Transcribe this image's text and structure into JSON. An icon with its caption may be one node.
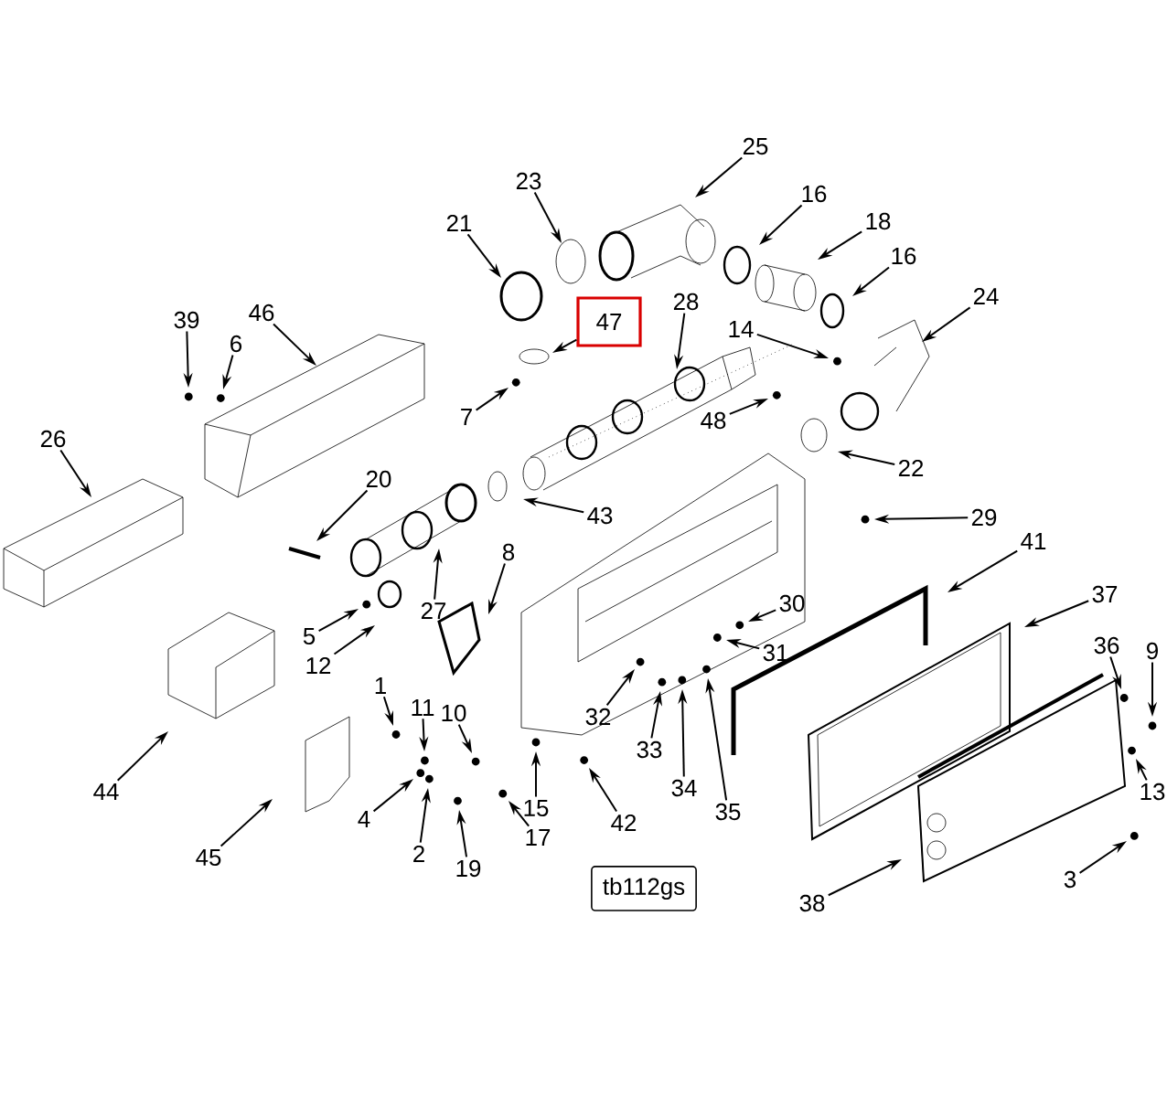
{
  "diagram": {
    "nodes": [
      {
        "text": [
          "25"
        ]
      },
      {
        "text": [
          "23"
        ]
      },
      {
        "text": [
          "16"
        ]
      },
      {
        "text": [
          "18"
        ]
      },
      {
        "text": [
          "21"
        ]
      },
      {
        "text": [
          "16"
        ]
      },
      {
        "text": [
          "24"
        ]
      },
      {
        "text": [
          "28"
        ]
      },
      {
        "text": [
          "46"
        ]
      },
      {
        "text": [
          "39"
        ]
      },
      {
        "text": [
          "47"
        ]
      },
      {
        "text": [
          "14"
        ]
      },
      {
        "text": [
          "6"
        ]
      },
      {
        "text": [
          "7"
        ]
      },
      {
        "text": [
          "48"
        ]
      },
      {
        "text": [
          "26"
        ]
      },
      {
        "text": [
          "22"
        ]
      },
      {
        "text": [
          "20"
        ]
      },
      {
        "text": [
          "43"
        ]
      },
      {
        "text": [
          "29"
        ]
      },
      {
        "text": [
          "41"
        ]
      },
      {
        "text": [
          "8"
        ]
      },
      {
        "text": [
          "37"
        ]
      },
      {
        "text": [
          "30"
        ]
      },
      {
        "text": [
          "27"
        ]
      },
      {
        "text": [
          "5"
        ]
      },
      {
        "text": [
          "36"
        ]
      },
      {
        "text": [
          "31"
        ]
      },
      {
        "text": [
          "9"
        ]
      },
      {
        "text": [
          "12"
        ]
      },
      {
        "text": [
          "1"
        ]
      },
      {
        "text": [
          "11"
        ]
      },
      {
        "text": [
          "10"
        ]
      },
      {
        "text": [
          "32"
        ]
      },
      {
        "text": [
          "33"
        ]
      },
      {
        "text": [
          "34"
        ]
      },
      {
        "text": [
          "44"
        ]
      },
      {
        "text": [
          "13"
        ]
      },
      {
        "text": [
          "15"
        ]
      },
      {
        "text": [
          "35"
        ]
      },
      {
        "text": [
          "42"
        ]
      },
      {
        "text": [
          "17"
        ]
      },
      {
        "text": [
          "4"
        ]
      },
      {
        "text": [
          "2"
        ]
      },
      {
        "text": [
          "45"
        ]
      },
      {
        "text": [
          "19"
        ]
      },
      {
        "text": [
          "3"
        ]
      },
      {
        "text": [
          "tb112gs"
        ]
      },
      {
        "text": [
          "38"
        ]
      }
    ],
    "edges": [
      {
        "from": 0,
        "to": null,
        "arrow": "to"
      },
      {
        "from": 1,
        "to": null,
        "arrow": "to"
      },
      {
        "from": 2,
        "to": null,
        "arrow": "to"
      },
      {
        "from": 3,
        "to": null,
        "arrow": "to"
      },
      {
        "from": 4,
        "to": null,
        "arrow": "to"
      },
      {
        "from": 5,
        "to": null,
        "arrow": "to"
      },
      {
        "from": 6,
        "to": null,
        "arrow": "to"
      },
      {
        "from": 7,
        "to": null,
        "arrow": "to"
      },
      {
        "from": 8,
        "to": null,
        "arrow": "to"
      },
      {
        "from": 9,
        "to": null,
        "arrow": "to"
      },
      {
        "from": 10,
        "to": null,
        "arrow": "to"
      },
      {
        "from": 11,
        "to": null,
        "arrow": "to"
      },
      {
        "from": 12,
        "to": null,
        "arrow": "to"
      },
      {
        "from": 13,
        "to": null,
        "arrow": "to"
      },
      {
        "from": 14,
        "to": null,
        "arrow": "to"
      },
      {
        "from": 15,
        "to": null,
        "arrow": "to"
      },
      {
        "from": 16,
        "to": null,
        "arrow": "to"
      },
      {
        "from": 17,
        "to": null,
        "arrow": "to"
      },
      {
        "from": 18,
        "to": null,
        "arrow": "to"
      },
      {
        "from": 19,
        "to": null,
        "arrow": "to"
      },
      {
        "from": 20,
        "to": null,
        "arrow": "to"
      },
      {
        "from": 21,
        "to": null,
        "arrow": "to"
      },
      {
        "from": 22,
        "to": null,
        "arrow": "to"
      },
      {
        "from": 23,
        "to": null,
        "arrow": "to"
      },
      {
        "from": 24,
        "to": null,
        "arrow": "to"
      },
      {
        "from": 25,
        "to": null,
        "arrow": "to"
      },
      {
        "from": 26,
        "to": null,
        "arrow": "to"
      },
      {
        "from": 27,
        "to": null,
        "arrow": "to"
      },
      {
        "from": 28,
        "to": null,
        "arrow": "to"
      },
      {
        "from": 29,
        "to": null,
        "arrow": "to"
      },
      {
        "from": 30,
        "to": null,
        "arrow": "to"
      },
      {
        "from": 31,
        "to": null,
        "arrow": "to"
      },
      {
        "from": 32,
        "to": null,
        "arrow": "to"
      },
      {
        "from": 33,
        "to": null,
        "arrow": "to"
      },
      {
        "from": 34,
        "to": null,
        "arrow": "to"
      },
      {
        "from": 35,
        "to": null,
        "arrow": "to"
      },
      {
        "from": 36,
        "to": null,
        "arrow": "to"
      },
      {
        "from": 37,
        "to": null,
        "arrow": "to"
      },
      {
        "from": 38,
        "to": null,
        "arrow": "to"
      },
      {
        "from": 39,
        "to": null,
        "arrow": "to"
      },
      {
        "from": 40,
        "to": null,
        "arrow": "to"
      },
      {
        "from": 41,
        "to": null,
        "arrow": "to"
      },
      {
        "from": 42,
        "to": null,
        "arrow": "to"
      },
      {
        "from": 43,
        "to": null,
        "arrow": "to"
      },
      {
        "from": 44,
        "to": null,
        "arrow": "to"
      },
      {
        "from": 45,
        "to": null,
        "arrow": "to"
      },
      {
        "from": 46,
        "to": null,
        "arrow": "to"
      },
      {
        "from": 48,
        "to": null,
        "arrow": "to"
      }
    ]
  }
}
